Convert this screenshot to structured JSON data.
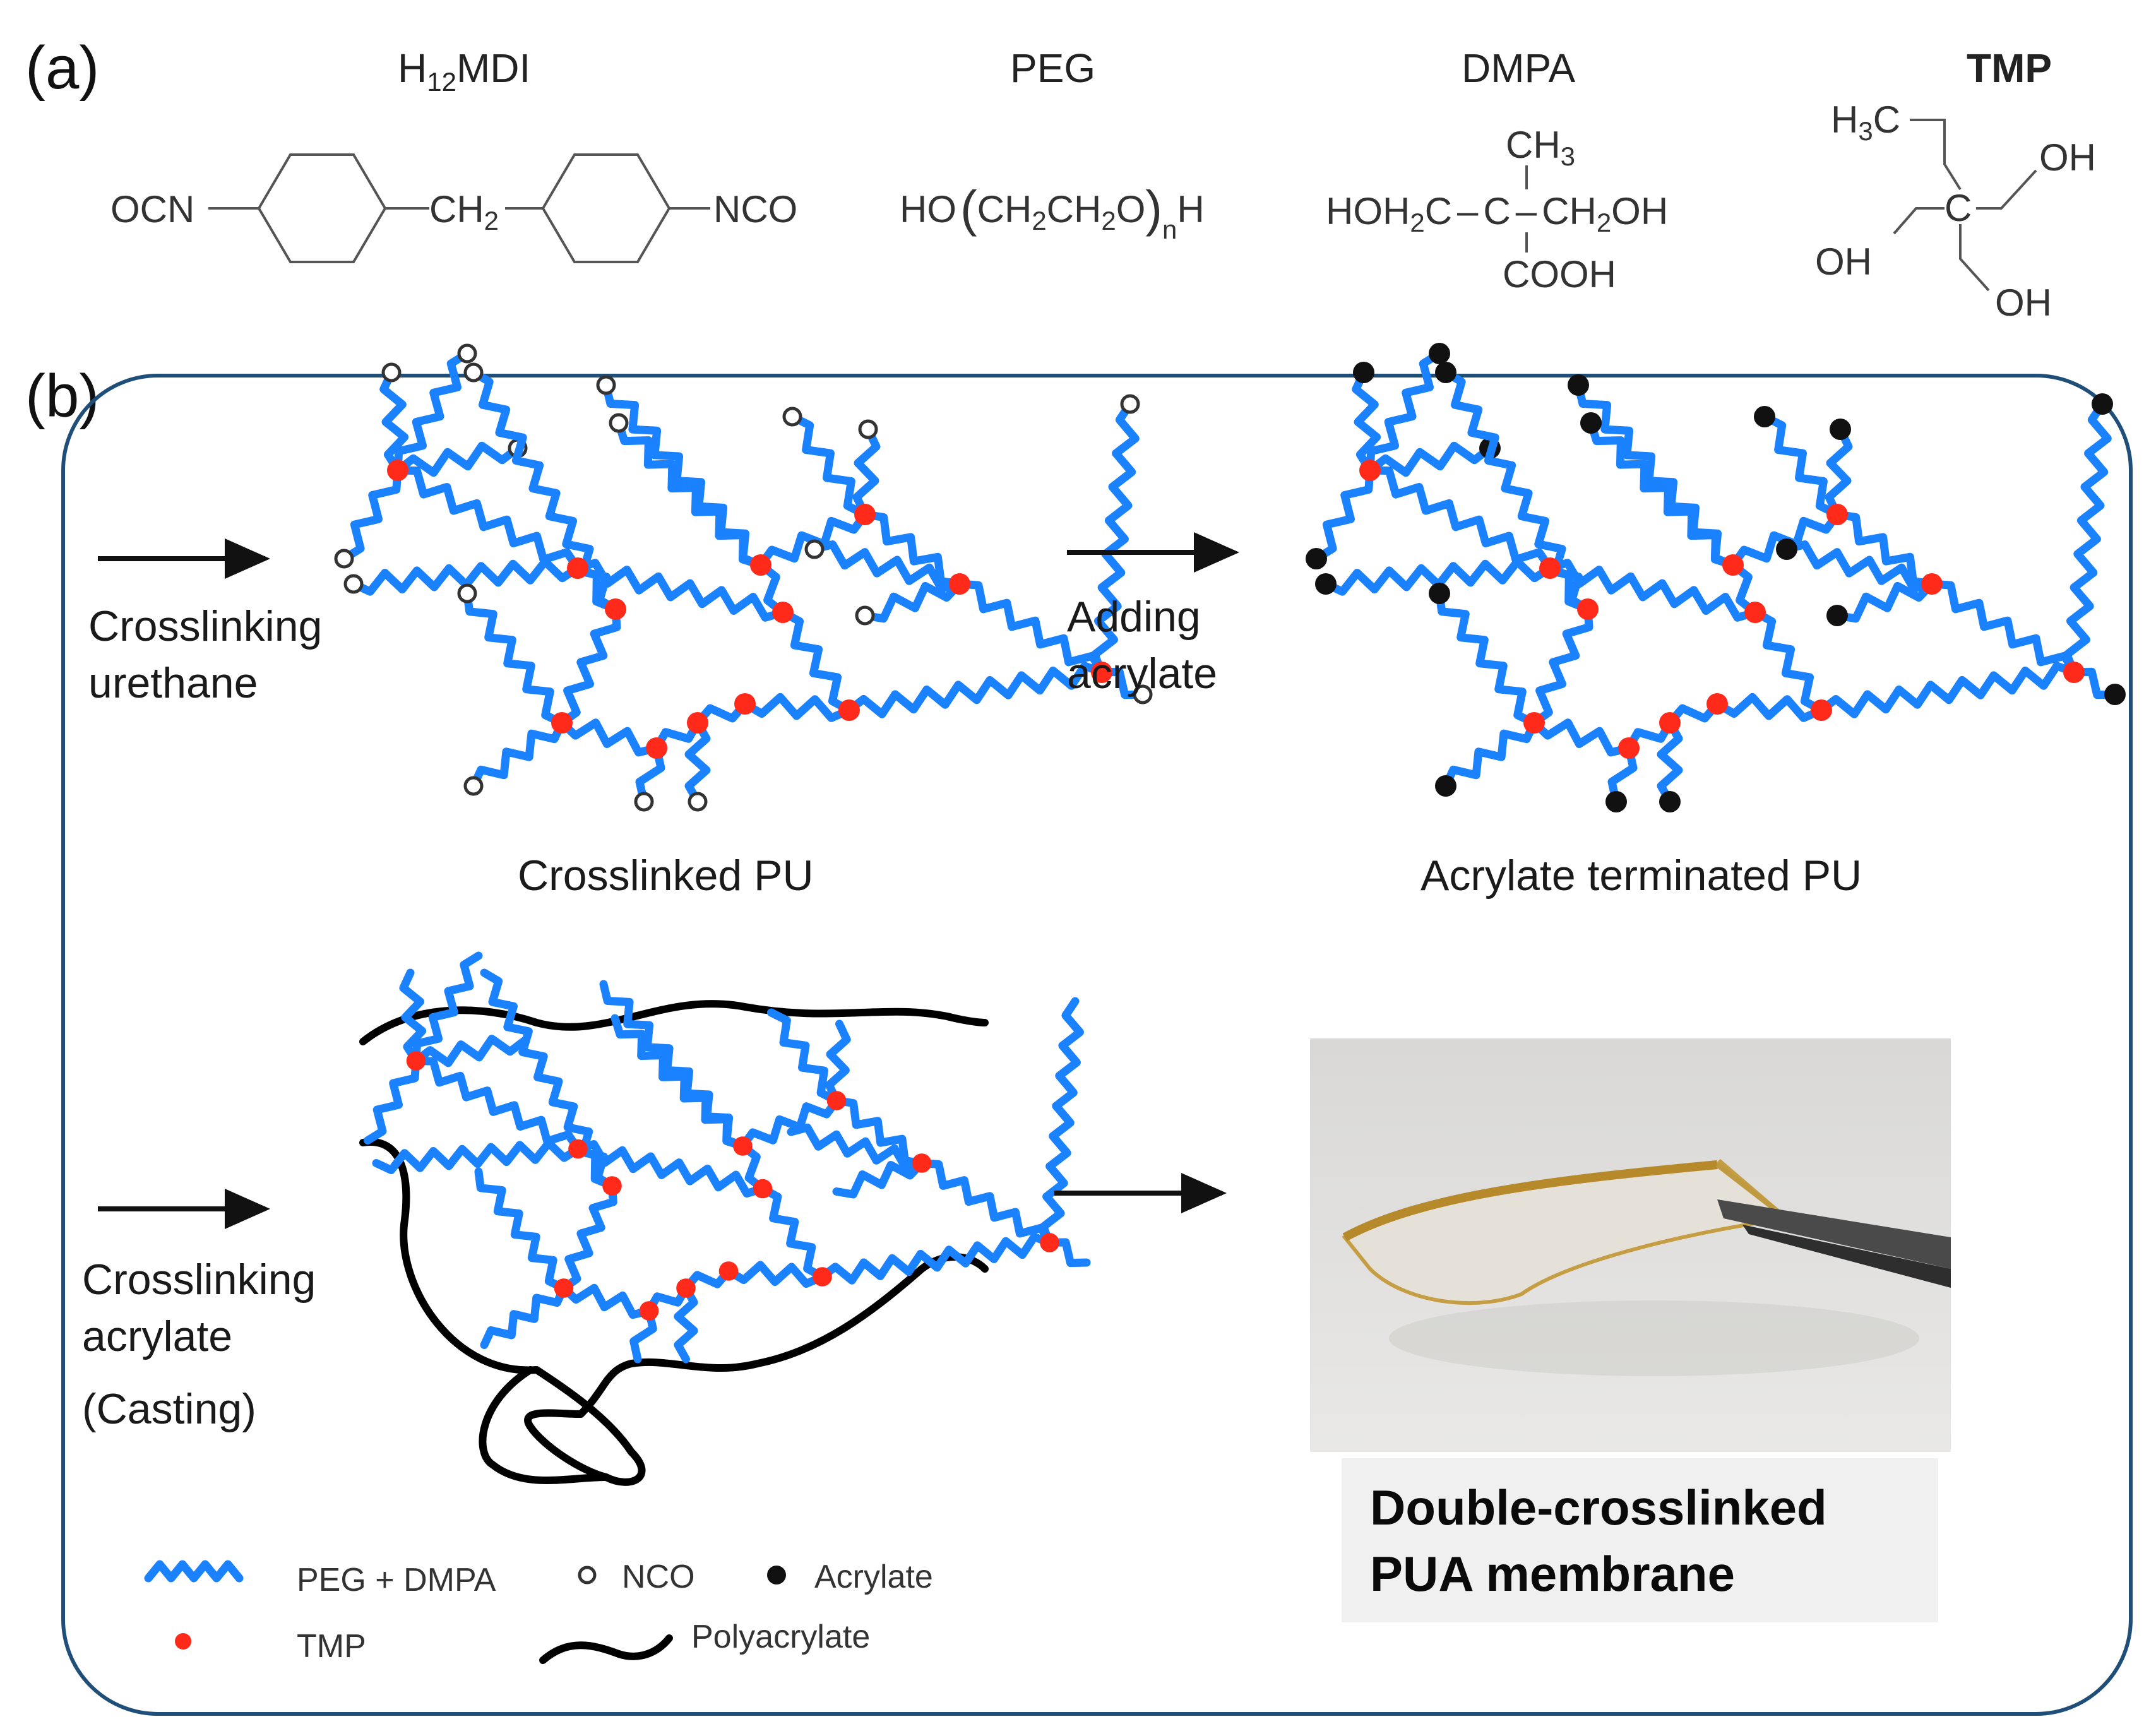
{
  "panel_a": {
    "label": "(a)",
    "chemicals": [
      {
        "name_main": "H",
        "name_sub": "12",
        "name_rest": "MDI",
        "formula_left": "OCN",
        "formula_mid": "CH",
        "formula_mid_sub": "2",
        "formula_right": "NCO"
      },
      {
        "name": "PEG",
        "formula_parts": [
          "HO",
          "(",
          "CH",
          "2",
          "CH",
          "2",
          "O",
          ")",
          "n",
          "H"
        ]
      },
      {
        "name": "DMPA",
        "top": "CH",
        "top_sub": "3",
        "left": "HOH",
        "left_sub": "2",
        "left_c": "C",
        "center": "C",
        "right": "CH",
        "right_sub": "2",
        "right_oh": "OH",
        "bottom": "COOH"
      },
      {
        "name": "TMP",
        "h3c_h": "H",
        "h3c_sub": "3",
        "h3c_c": "C",
        "center": "C",
        "oh": "OH"
      }
    ]
  },
  "panel_b": {
    "label": "(b)",
    "step1_line1": "Crosslinking",
    "step1_line2": "urethane",
    "step2_line1": "Adding",
    "step2_line2": "acrylate",
    "step3_line1": "Crosslinking",
    "step3_line2": "acrylate",
    "step3_line3": "(Casting)",
    "caption_left": "Crosslinked PU",
    "caption_right": "Acrylate terminated PU",
    "membrane_line1": "Double-crosslinked",
    "membrane_line2": "PUA membrane"
  },
  "legend": {
    "peg_dmpa": "PEG + DMPA",
    "nco": "NCO",
    "acrylate": "Acrylate",
    "tmp": "TMP",
    "polyacrylate": "Polyacrylate"
  },
  "colors": {
    "chain": "#1a82ff",
    "tmp_node": "#ff2a1a",
    "frame": "#1f4e79"
  }
}
